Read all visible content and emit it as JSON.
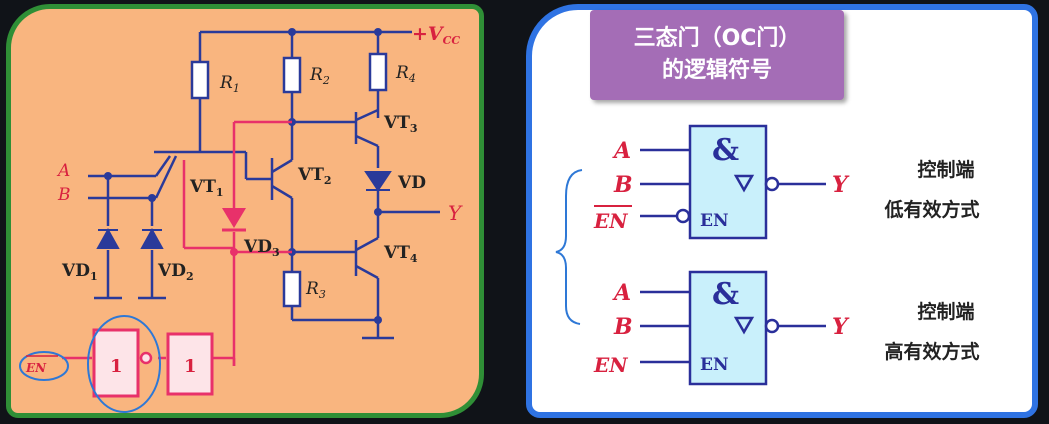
{
  "title": {
    "line1": "三态门（OC门）",
    "line2": "的逻辑符号"
  },
  "circuit": {
    "vcc": "+V",
    "vcc_sub": "CC",
    "r1": "R",
    "r1_sub": "1",
    "r2": "R",
    "r2_sub": "2",
    "r3": "R",
    "r3_sub": "3",
    "r4": "R",
    "r4_sub": "4",
    "vt1": "VT",
    "vt1_sub": "1",
    "vt2": "VT",
    "vt2_sub": "2",
    "vt3": "VT",
    "vt3_sub": "3",
    "vt4": "VT",
    "vt4_sub": "4",
    "vd": "VD",
    "vd1": "VD",
    "vd1_sub": "1",
    "vd2": "VD",
    "vd2_sub": "2",
    "vd3": "VD",
    "vd3_sub": "3",
    "input_a": "A",
    "input_b": "B",
    "output_y": "Y",
    "en_input": "EN",
    "gate1_label": "1",
    "gate2_label": "1"
  },
  "symbols": {
    "top": {
      "a": "A",
      "b": "B",
      "en": "EN",
      "y": "Y",
      "and_sign": "&",
      "en_pin": "EN",
      "caption_line1": "控制端",
      "caption_line2": "低有效方式"
    },
    "bottom": {
      "a": "A",
      "b": "B",
      "en": "EN",
      "y": "Y",
      "and_sign": "&",
      "en_pin": "EN",
      "caption_line1": "控制端",
      "caption_line2": "高有效方式"
    }
  },
  "colors": {
    "left_bg": "#f9b57f",
    "left_border": "#2f8f36",
    "right_border": "#2f73e3",
    "title_bg": "#a46db6",
    "gate_fill": "#c9f0fb",
    "gate_border": "#2a2f9a",
    "pink": "#e8316a",
    "label_red": "#d8213f",
    "annotation_blue": "#2e78d6"
  }
}
